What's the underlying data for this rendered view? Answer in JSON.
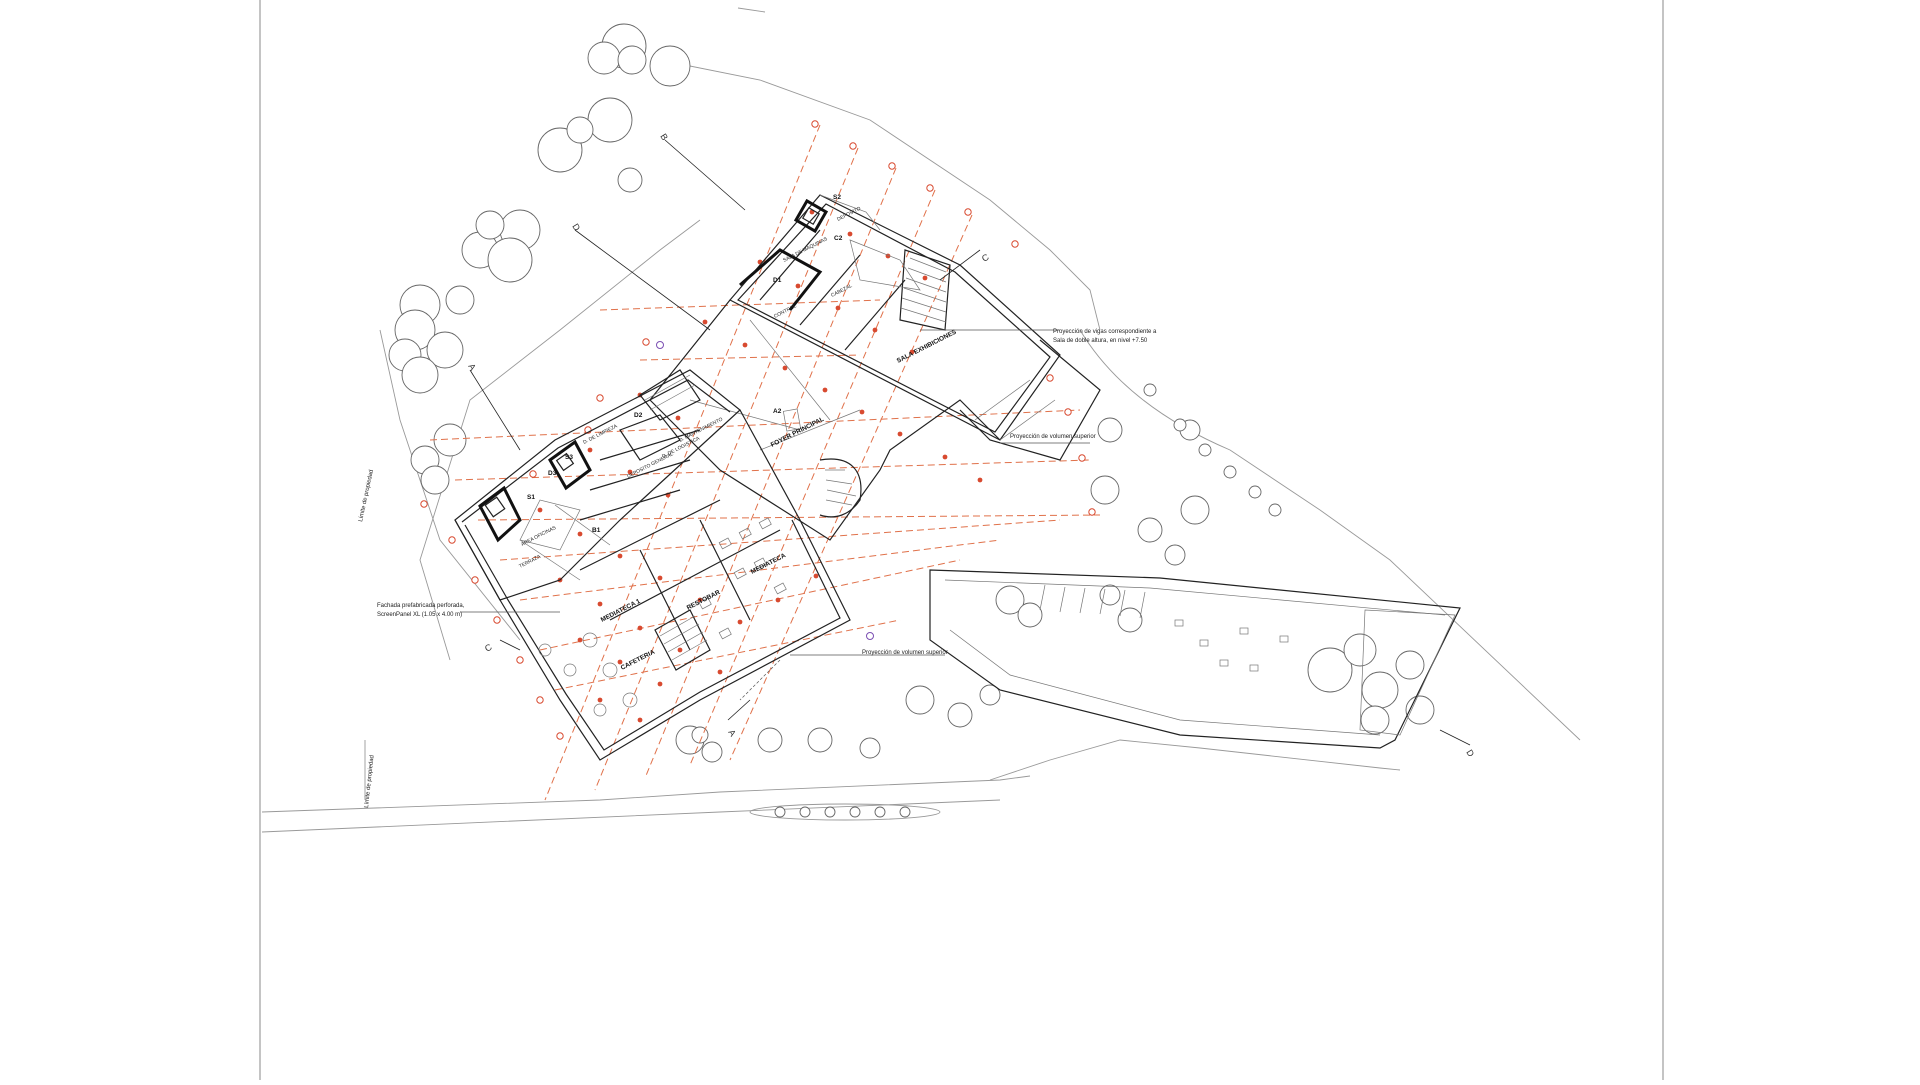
{
  "rooms": {
    "sala_exhibiciones": "SALA EXHIBICIONES",
    "foyer_principal": "FOYER PRINCIPAL",
    "mediateca": "MEDIATECA",
    "mediateca_1": "MEDIATECA 1",
    "restobar": "RESTOBAR",
    "cafeteria": "CAFETERIA",
    "area_oficinas": "AREA OFICINAS",
    "terraza": "TERRAZA",
    "deposito": "DEPOSITO",
    "cabezal": "CABEZAL",
    "control": "CONTROL",
    "sala_de_maquinas": "SALA DE MAQUINAS",
    "d_logistica": "D. DE LOGISTICA",
    "d_mantenimiento": "D. MANTENIMIENTO",
    "deposito_general": "DEPOSITO GENERAL",
    "d_limpieza": "D. DE LIMPIEZA"
  },
  "tags": {
    "s1": "S1",
    "s2": "S2",
    "s3": "S3",
    "d1": "D1",
    "d2": "D2",
    "d3": "D3",
    "c2": "C2",
    "a2": "A2",
    "b1": "B1"
  },
  "notes": {
    "vigas_1": "Proyección de vigas correspondiente a",
    "vigas_2": "Sala de doble altura, en nivel +7.50",
    "volumen_superior_1": "Proyección de volumen superior",
    "volumen_superior_2": "Proyección de volumen superior",
    "fachada_1": "Fachada prefabricada perforada,",
    "fachada_2": "ScreenPanel XL (1.05 x 4.00 m)",
    "limite_1": "Límite de propiedad",
    "limite_2": "Límite de propiedad"
  },
  "section_markers": {
    "a": "A",
    "b": "B",
    "c": "C",
    "d": "D"
  },
  "colors": {
    "grid_lines": "#e0714a",
    "grid_dots": "#d84a30",
    "walls": "#222222",
    "site_lines": "#999999",
    "trees": "#666666",
    "purple_marker": "#7b4fb3"
  }
}
